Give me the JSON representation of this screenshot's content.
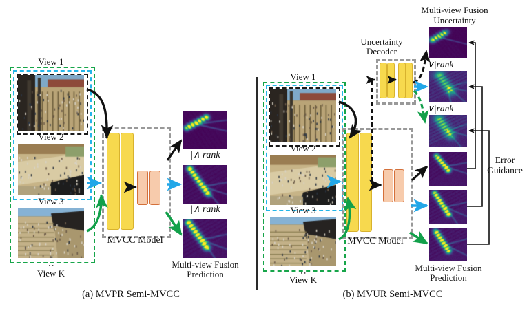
{
  "figure": {
    "caption_a": "(a) MVPR Semi-MVCC",
    "caption_b": "(b) MVUR Semi-MVCC"
  },
  "panel_a": {
    "views": [
      {
        "label": "View 1"
      },
      {
        "label": "View 2"
      },
      {
        "label": "View 3"
      },
      {
        "label": "View K"
      }
    ],
    "ellipsis": ":",
    "model_label": "MVCC Model",
    "outputs": [
      {
        "label": "|∧  rank"
      },
      {
        "label": "|∧  rank"
      }
    ],
    "fusion_caption_line1": "Multi-view Fusion",
    "fusion_caption_line2": "Prediction"
  },
  "panel_b": {
    "views": [
      {
        "label": "View 1"
      },
      {
        "label": "View 2"
      },
      {
        "label": "View 3"
      },
      {
        "label": "View K"
      }
    ],
    "ellipsis": ":",
    "model_label": "MVCC Model",
    "decoder_label_line1": "Uncertainty",
    "decoder_label_line2": "Decoder",
    "uncertainty_caption_line1": "Multi-view Fusion",
    "uncertainty_caption_line2": "Uncertainty",
    "uncertainty_outputs": [
      {
        "label": "∨|rank"
      },
      {
        "label": "∨|rank"
      }
    ],
    "fusion_caption_line1": "Multi-view Fusion",
    "fusion_caption_line2": "Prediction",
    "error_guidance_line1": "Error",
    "error_guidance_line2": "Guidance"
  },
  "colors": {
    "yellow_bar": "#f7d94e",
    "yellow_border": "#d8b22e",
    "salmon_bar": "#f7cbac",
    "salmon_border": "#d4703a",
    "frame_green": "#17a54a",
    "frame_cyan": "#23b5e8",
    "frame_black": "#1a1a1a",
    "frame_gray": "#999999",
    "arrow_black": "#111111",
    "arrow_blue": "#22a7e8",
    "arrow_green": "#12a04a",
    "heatmap": "viridis"
  }
}
